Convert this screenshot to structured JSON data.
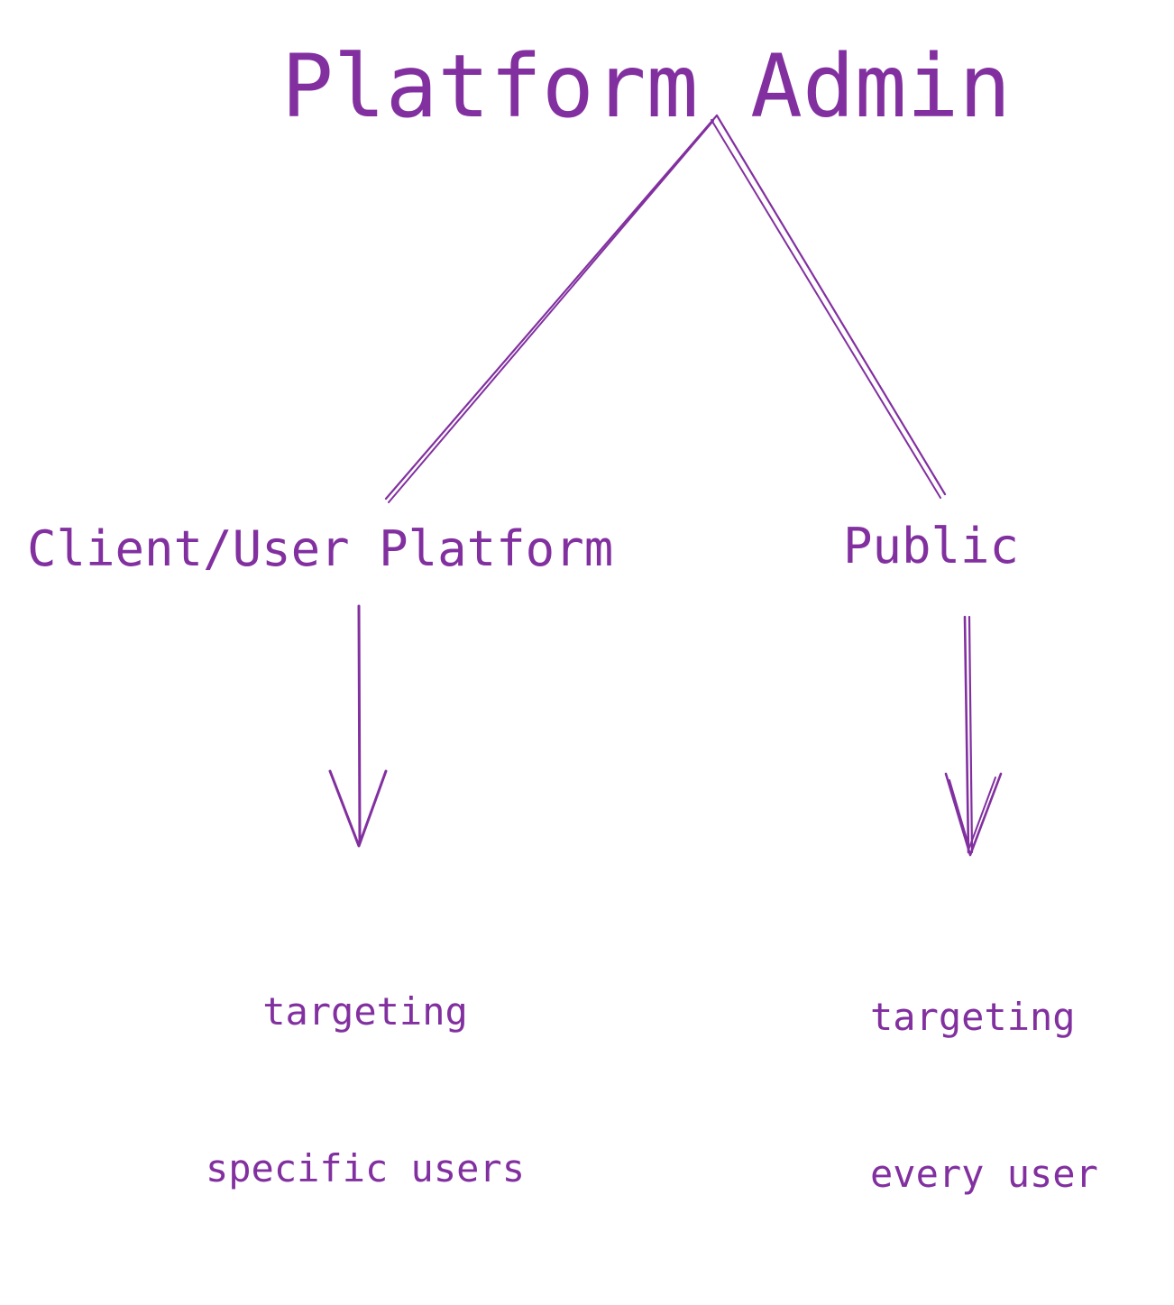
{
  "colors": {
    "ink": "#8230a0",
    "background": "#ffffff"
  },
  "root": {
    "label": "Platform Admin"
  },
  "branches": [
    {
      "label": "Client/User Platform",
      "description_lines": [
        "targeting",
        "specific users"
      ]
    },
    {
      "label": "Public",
      "description_lines": [
        "targeting",
        "every user"
      ]
    }
  ]
}
